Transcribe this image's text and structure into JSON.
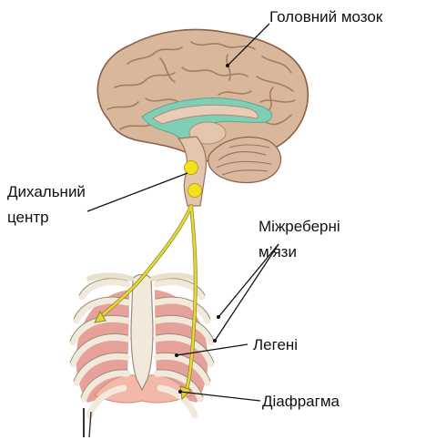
{
  "labels": {
    "brain": "Головний мозок",
    "respiratory_center_line1": "Дихальний",
    "respiratory_center_line2": "центр",
    "intercostal_line1": "Міжреберні",
    "intercostal_line2": "м’язи",
    "lungs": "Легені",
    "diaphragm": "Діафрагма"
  },
  "colors": {
    "brain_cortex": "#d9b79b",
    "brain_sulci": "#b0846c",
    "brain_interior": "#7fcfb6",
    "cerebellum": "#d8b89e",
    "respiratory_center": "#f4e21e",
    "nerve": "#e5d63a",
    "ribs": "#f1eadb",
    "intercostal_muscles": "#e09088",
    "diaphragm": "#f2b8aa",
    "leader_lines": "#111111"
  },
  "icons": {
    "brain": "brain-sagittal-illustration",
    "ribcage": "ribcage-illustration"
  }
}
